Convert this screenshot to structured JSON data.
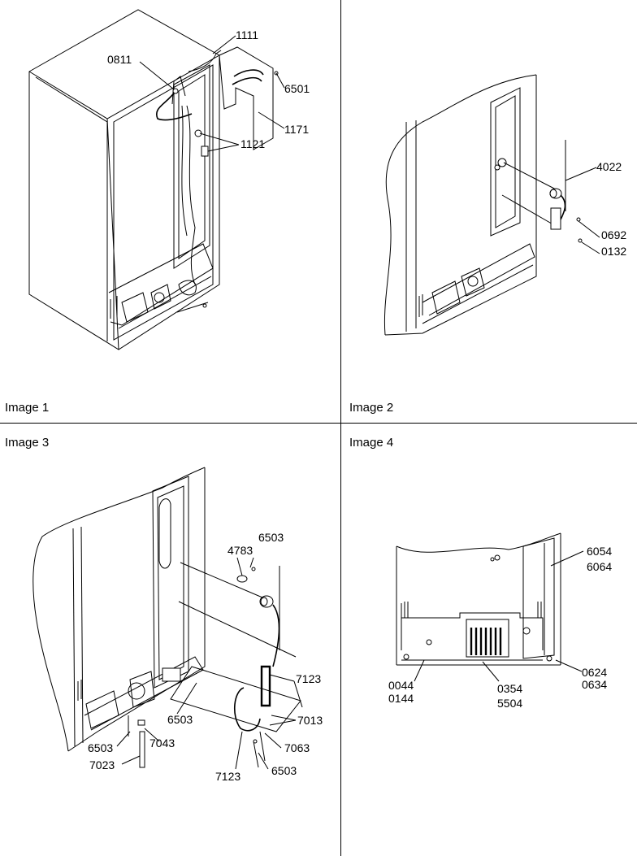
{
  "panels": [
    {
      "label": "Image 1",
      "callouts": [
        "0811",
        "1111",
        "6501",
        "1171",
        "1121"
      ]
    },
    {
      "label": "Image 2",
      "callouts": [
        "4022",
        "0692",
        "0132"
      ]
    },
    {
      "label": "Image 3",
      "callouts": [
        "4783",
        "6503",
        "7123",
        "6503",
        "7013",
        "7043",
        "6503",
        "7063",
        "7023",
        "7123",
        "6503"
      ]
    },
    {
      "label": "Image 4",
      "callouts": [
        "6054",
        "6064",
        "0624",
        "0634",
        "0044",
        "0144",
        "0354",
        "5504"
      ]
    }
  ]
}
